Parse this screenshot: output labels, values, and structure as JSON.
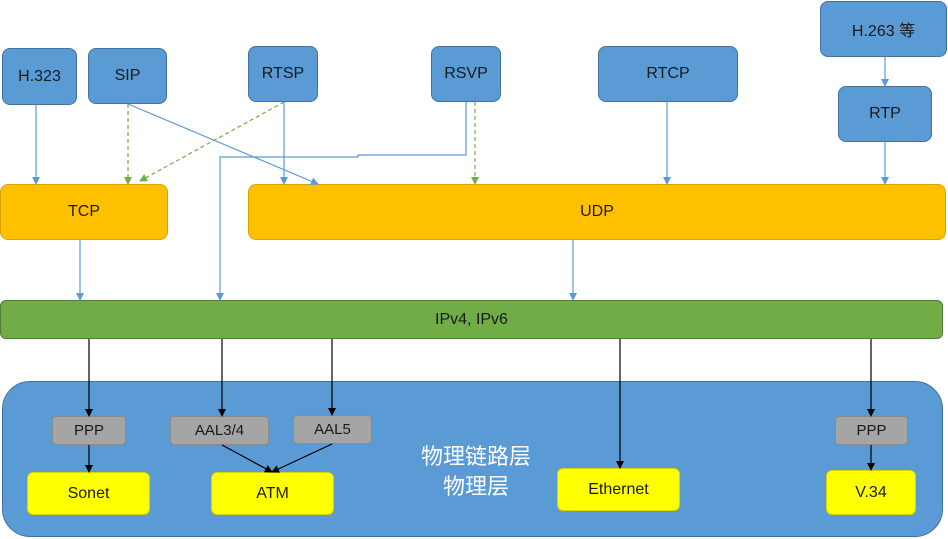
{
  "nodes": {
    "h323": "H.323",
    "sip": "SIP",
    "rtsp": "RTSP",
    "rsvp": "RSVP",
    "rtcp": "RTCP",
    "h263": "H.263 等",
    "rtp": "RTP",
    "tcp": "TCP",
    "udp": "UDP",
    "ip": "IPv4, IPv6",
    "ppp1": "PPP",
    "aal34": "AAL3/4",
    "aal5": "AAL5",
    "ppp2": "PPP",
    "sonet": "Sonet",
    "atm": "ATM",
    "ethernet": "Ethernet",
    "v34": "V.34"
  },
  "physical_layer": {
    "line1": "物理链路层",
    "line2": "物理层"
  },
  "colors": {
    "protocol": "#5b9bd5",
    "transport": "#ffc000",
    "network": "#70ad47",
    "adaptation": "#a5a5a5",
    "physical": "#ffff00",
    "arrow_blue": "#5b9bd5",
    "arrow_green_dashed": "#70ad47",
    "arrow_black": "#000000"
  }
}
